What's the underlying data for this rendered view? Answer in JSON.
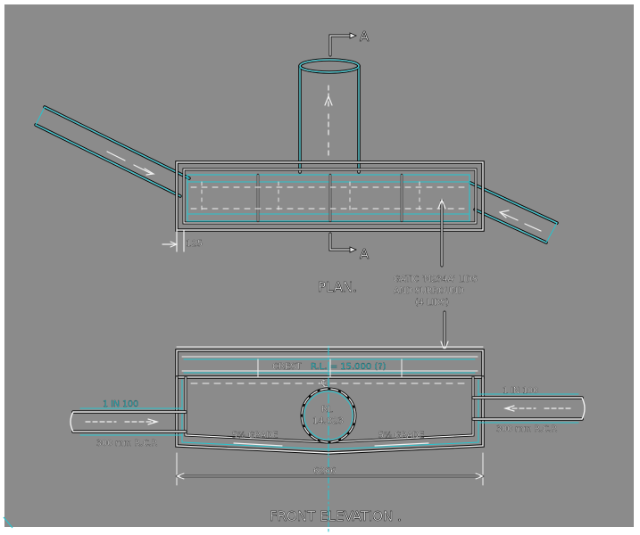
{
  "drawing": {
    "colors": {
      "paper": "#8b8b8b",
      "ink": "#f0f0f0",
      "linework": "#0a0a0a",
      "overlay": "#27c4cf",
      "border": "#ffffff"
    },
    "plan": {
      "title": "PLAN.",
      "section_marker": "A",
      "wall_thickness": "125",
      "lid_note": [
        "GATIC 'M234A' LIDS",
        "AND SURROUND",
        "(4 LIDS)"
      ]
    },
    "elevation": {
      "title": "FRONT ELEVATION .",
      "crest_label": "CREST",
      "crest_rl": "R.L. = 15.000 (?)",
      "outlet_rl": [
        "RL",
        "14.023"
      ],
      "grade_left": "5% GRADE",
      "grade_right": "5% GRADE",
      "pipe_slope_left": "1  IN 100",
      "pipe_slope_right": "1  IN 100",
      "pipe_left": "300 mm  R.C.P.",
      "pipe_right": "300 mm  R.C.P.",
      "overall_length": "6266",
      "cl_mark": "℄"
    }
  }
}
